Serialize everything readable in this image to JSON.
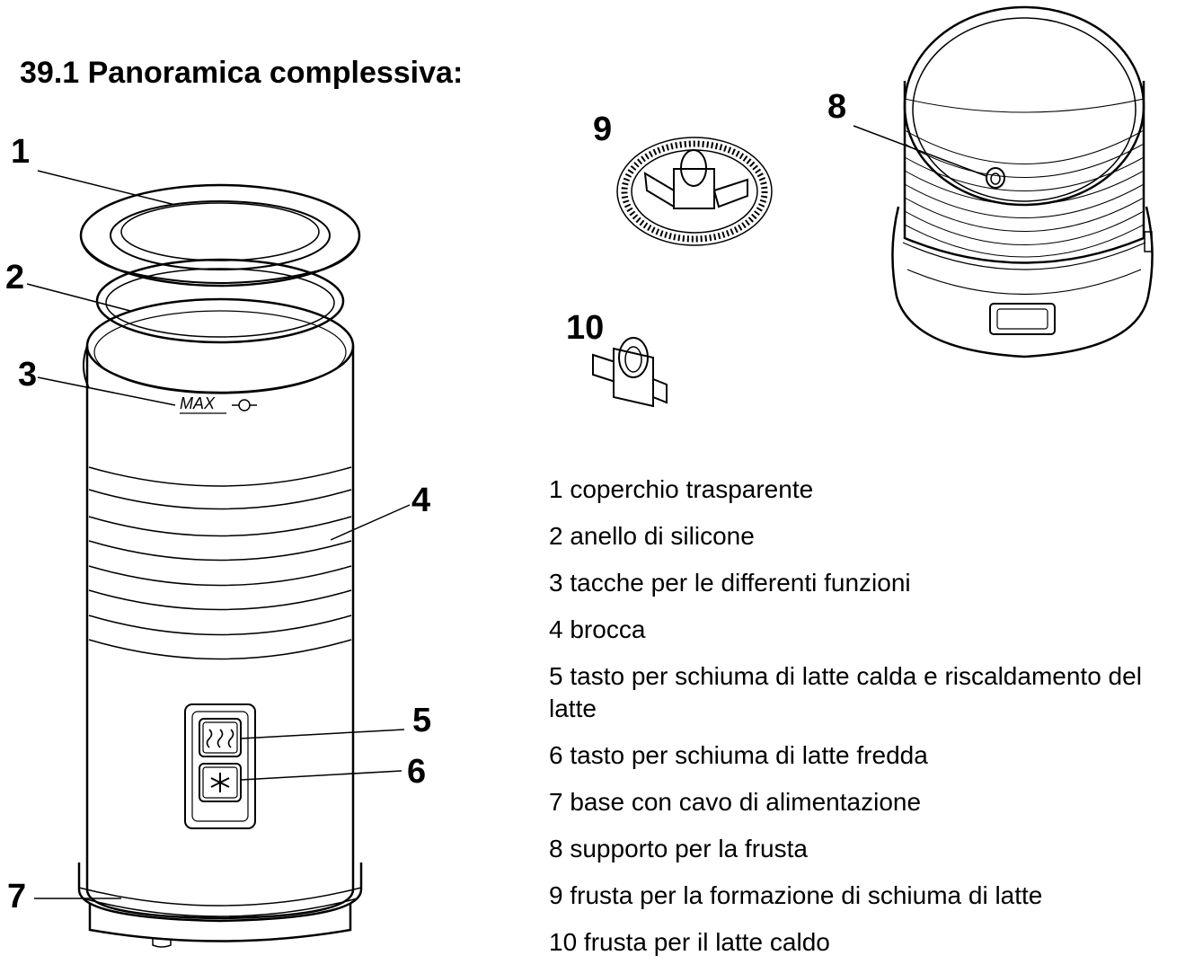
{
  "section_title": "39.1  Panoramica complessiva:",
  "callouts": [
    "1",
    "2",
    "3",
    "4",
    "5",
    "6",
    "7",
    "8",
    "9",
    "10"
  ],
  "jug_marking": "MAX",
  "legend": [
    "1 coperchio trasparente",
    "2 anello di silicone",
    "3 tacche per le differenti funzioni",
    "4 brocca",
    "5 tasto per schiuma di latte calda e riscaldamento del latte",
    "6 tasto per schiuma di latte fredda",
    "7 base con cavo di alimentazione",
    "8 supporto per la frusta",
    "9 frusta per la formazione di schiuma di latte",
    "10 frusta per il latte caldo"
  ],
  "icons": {
    "heat_button_icon": "steam-waves-icon",
    "cold_button_icon": "snowflake-icon"
  }
}
